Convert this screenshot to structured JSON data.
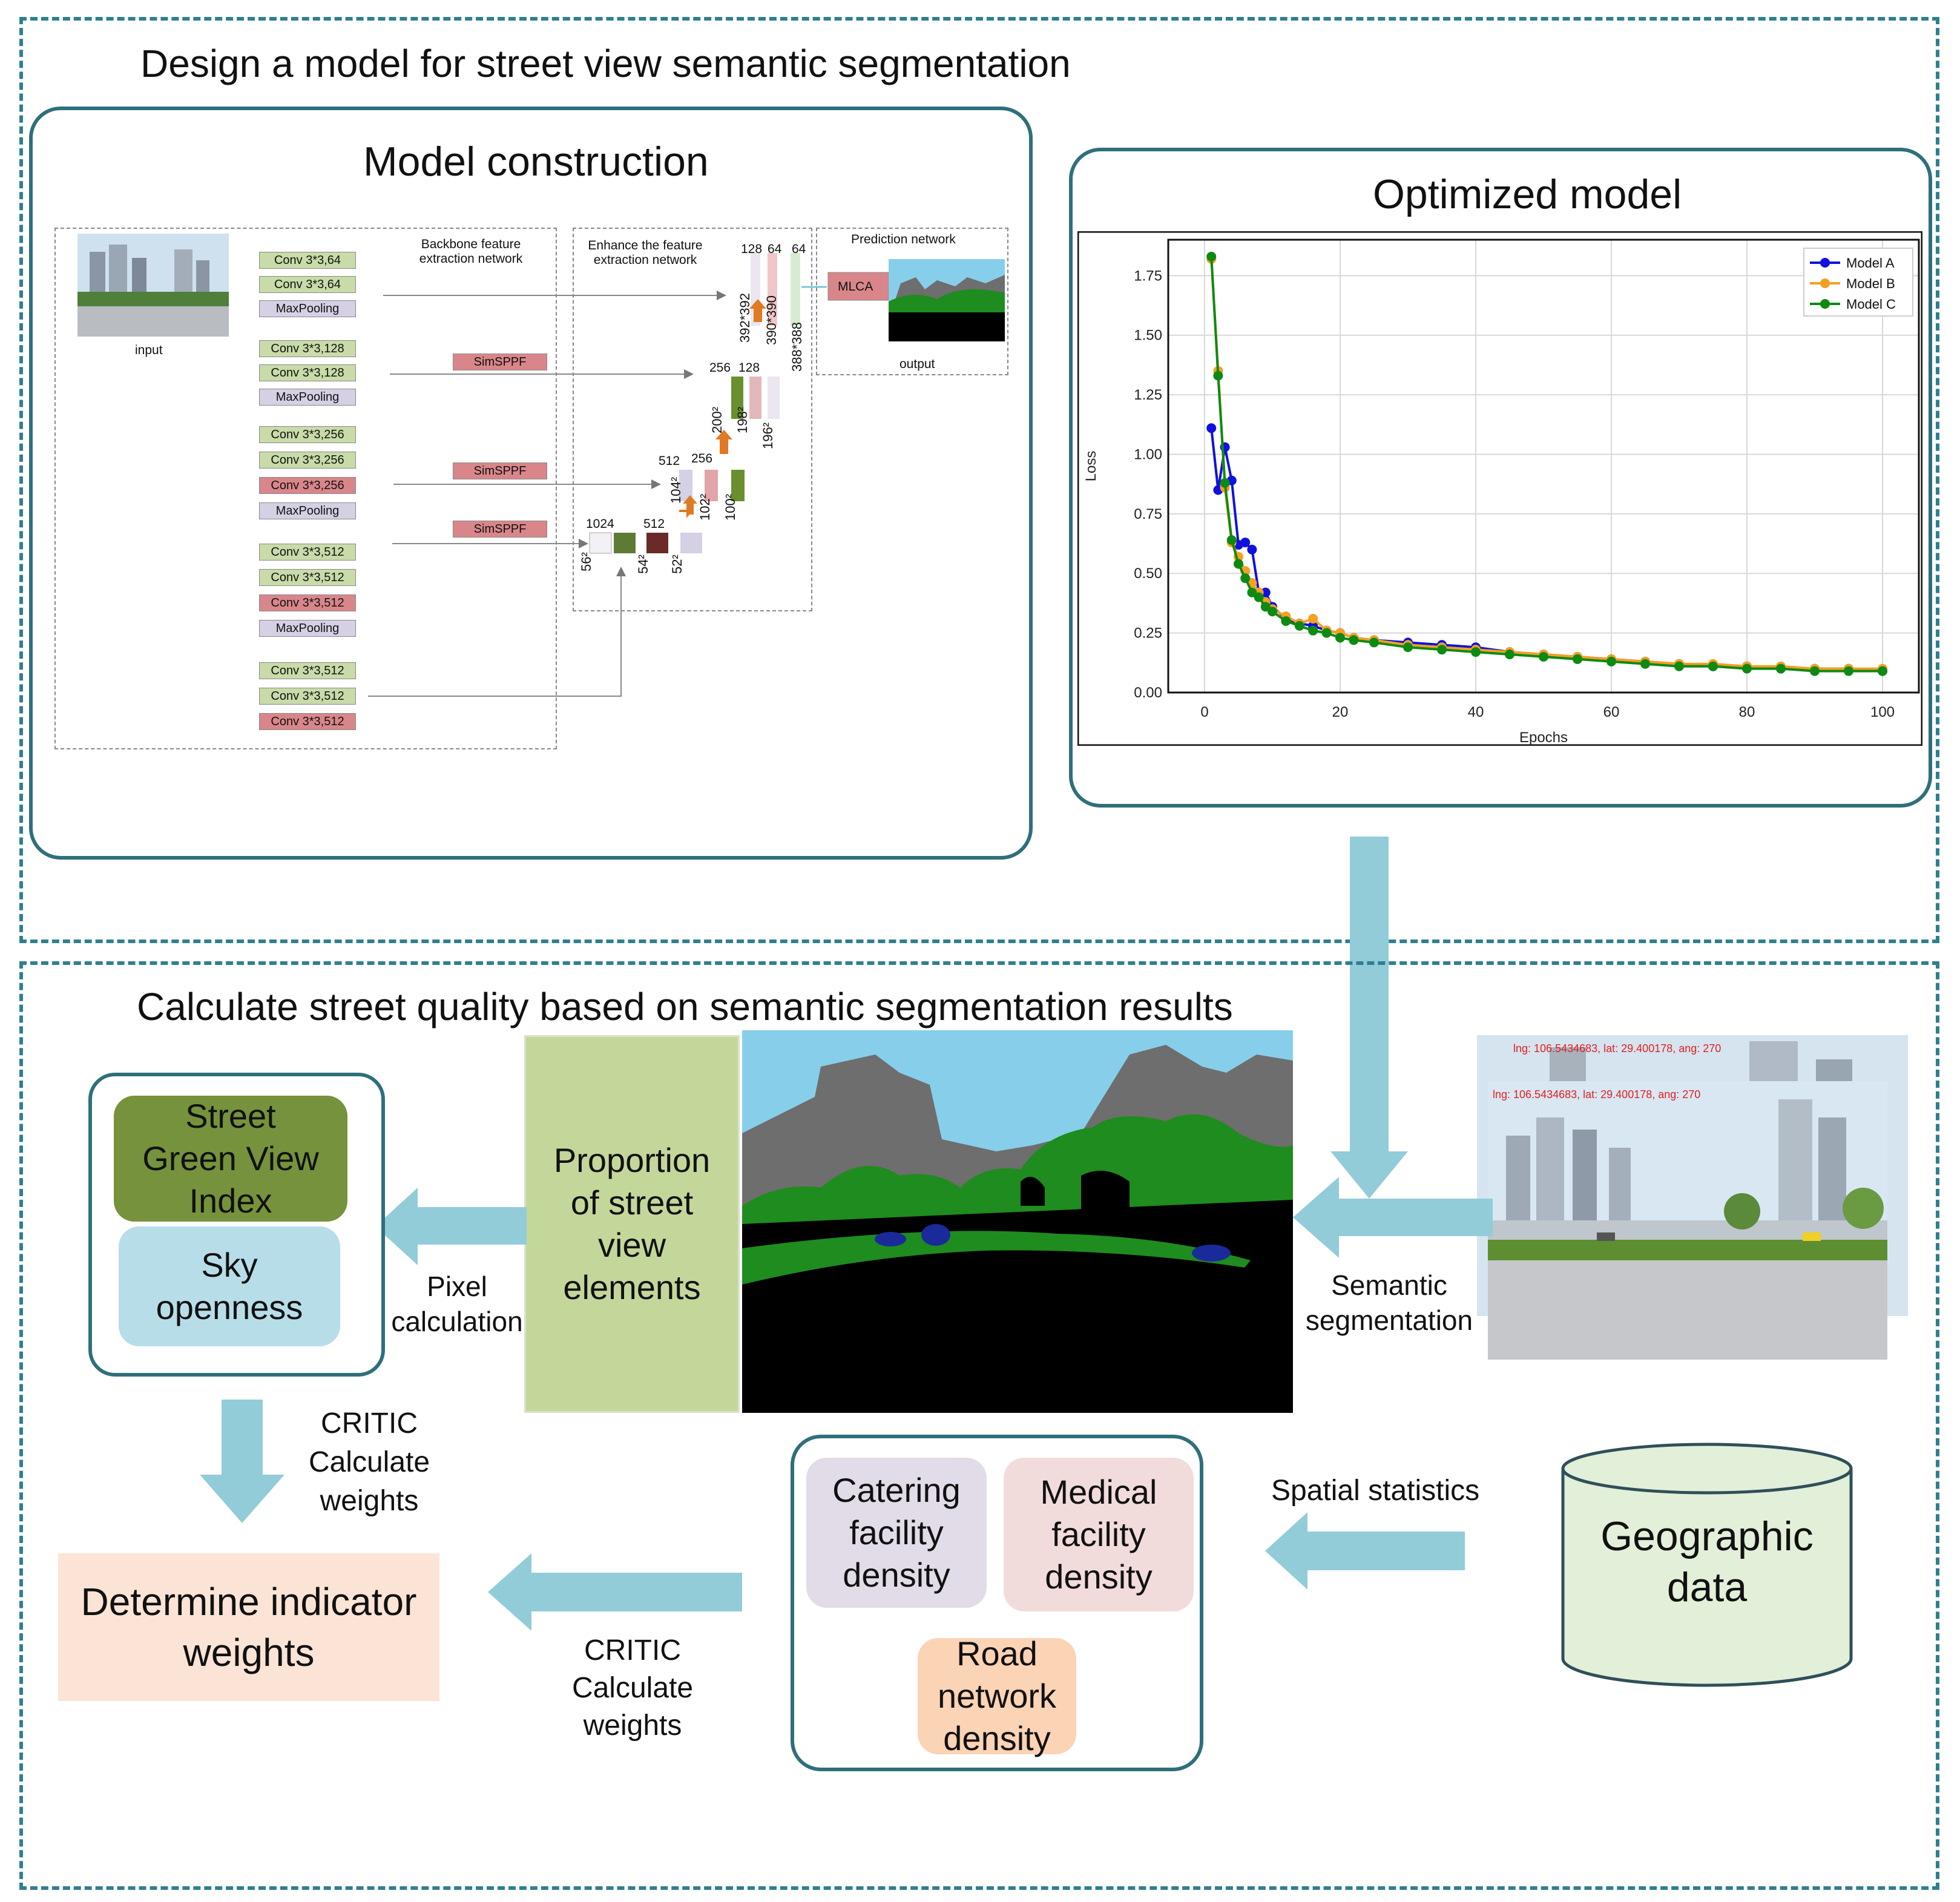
{
  "top_section": {
    "title": "Design a model for street view semantic segmentation",
    "model_construction": {
      "title": "Model construction",
      "input_label": "input",
      "output_label": "output",
      "backbone_label": "Backbone feature extraction network",
      "enhance_label": "Enhance the feature extraction network",
      "prediction_label": "Prediction network",
      "mlca_label": "MLCA",
      "simsppf_label": "SimSPPF",
      "stage1": [
        "Conv 3*3,64",
        "Conv 3*3,64",
        "MaxPooling"
      ],
      "stage2": [
        "Conv 3*3,128",
        "Conv 3*3,128",
        "MaxPooling"
      ],
      "stage3": [
        "Conv 3*3,256",
        "Conv 3*3,256",
        "Conv 3*3,256",
        "MaxPooling"
      ],
      "stage4": [
        "Conv 3*3,512",
        "Conv 3*3,512",
        "Conv 3*3,512",
        "MaxPooling"
      ],
      "stage5": [
        "Conv 3*3,512",
        "Conv 3*3,512",
        "Conv 3*3,512"
      ],
      "channels": {
        "c1024": "1024",
        "c512a": "512",
        "c512b": "512",
        "c256a": "256",
        "c256b": "256",
        "c128a": "128",
        "c128b": "128",
        "c64a": "64",
        "c64b": "64"
      },
      "dims": {
        "d56": "56²",
        "d54": "54²",
        "d52": "52²",
        "d104": "104²",
        "d102": "102²",
        "d100": "100²",
        "d200": "200²",
        "d198": "198²",
        "d196": "196²",
        "d392": "392*392",
        "d390": "390*390",
        "d388": "388*388"
      }
    },
    "optimized_model": {
      "title": "Optimized model"
    }
  },
  "chart_data": {
    "type": "line",
    "xlabel": "Epochs",
    "ylabel": "Loss",
    "xlim": [
      0,
      100
    ],
    "ylim": [
      0,
      1.85
    ],
    "xticks": [
      "0",
      "20",
      "40",
      "60",
      "80",
      "100"
    ],
    "yticks": [
      "0.00",
      "0.25",
      "0.50",
      "0.75",
      "1.00",
      "1.25",
      "1.50",
      "1.75"
    ],
    "grid": true,
    "legend_position": "top-right",
    "series": [
      {
        "name": "Model A",
        "color": "#1010e0",
        "x": [
          1,
          2,
          3,
          4,
          5,
          6,
          7,
          8,
          9,
          10,
          12,
          14,
          16,
          18,
          20,
          22,
          25,
          30,
          35,
          40,
          45,
          50,
          55,
          60,
          65,
          70,
          75,
          80,
          85,
          90,
          95,
          100
        ],
        "y": [
          1.11,
          0.85,
          1.03,
          0.89,
          0.62,
          0.63,
          0.6,
          0.42,
          0.42,
          0.36,
          0.31,
          0.29,
          0.28,
          0.26,
          0.25,
          0.23,
          0.22,
          0.21,
          0.2,
          0.19,
          0.17,
          0.16,
          0.15,
          0.14,
          0.13,
          0.12,
          0.11,
          0.11,
          0.1,
          0.1,
          0.1,
          0.09
        ]
      },
      {
        "name": "Model B",
        "color": "#f5a020",
        "x": [
          1,
          2,
          3,
          4,
          5,
          6,
          7,
          8,
          9,
          10,
          12,
          14,
          16,
          18,
          20,
          22,
          25,
          30,
          35,
          40,
          45,
          50,
          55,
          60,
          65,
          70,
          75,
          80,
          85,
          90,
          95,
          100
        ],
        "y": [
          1.82,
          1.35,
          0.86,
          0.63,
          0.57,
          0.51,
          0.46,
          0.42,
          0.38,
          0.35,
          0.32,
          0.29,
          0.31,
          0.26,
          0.25,
          0.23,
          0.22,
          0.2,
          0.19,
          0.18,
          0.17,
          0.16,
          0.15,
          0.14,
          0.13,
          0.12,
          0.12,
          0.11,
          0.11,
          0.1,
          0.1,
          0.1
        ]
      },
      {
        "name": "Model C",
        "color": "#0e8a12",
        "x": [
          1,
          2,
          3,
          4,
          5,
          6,
          7,
          8,
          9,
          10,
          12,
          14,
          16,
          18,
          20,
          22,
          25,
          30,
          35,
          40,
          45,
          50,
          55,
          60,
          65,
          70,
          75,
          80,
          85,
          90,
          95,
          100
        ],
        "y": [
          1.83,
          1.33,
          0.88,
          0.64,
          0.54,
          0.48,
          0.42,
          0.4,
          0.36,
          0.34,
          0.3,
          0.28,
          0.26,
          0.25,
          0.23,
          0.22,
          0.21,
          0.19,
          0.18,
          0.17,
          0.16,
          0.15,
          0.14,
          0.13,
          0.12,
          0.11,
          0.11,
          0.1,
          0.1,
          0.09,
          0.09,
          0.09
        ]
      }
    ]
  },
  "bottom_section": {
    "title": "Calculate street quality based on semantic segmentation results",
    "green_index": "Street Green View Index",
    "sky_openness": "Sky openness",
    "proportion": "Proportion of street view elements",
    "pixel_calc": "Pixel calculation",
    "semantic_seg": "Semantic segmentation",
    "critic_left": "CRITIC Calculate weights",
    "critic_bottom": "CRITIC Calculate weights",
    "determine": "Determine indicator weights",
    "catering": "Catering facility density",
    "medical": "Medical facility density",
    "road": "Road network density",
    "spatial": "Spatial statistics",
    "geographic": "Geographic data",
    "photo_caption_back": "lng: 106.5434683, lat: 29.400178, ang: 270",
    "photo_caption_front": "lng: 106.5434683, lat: 29.400178, ang: 270",
    "colors": {
      "arrow": "#92ccd8",
      "frame": "#2f7f8f",
      "green_index_bg": "#76923c",
      "sky_bg": "#b7dde8",
      "proportion_bg": "#c4d79b",
      "determine_bg": "#fbe4d5",
      "catering_bg": "#e1dce8",
      "medical_bg": "#f2dcdb",
      "road_bg": "#fbd3b5",
      "geo_bg": "#e2efd9"
    }
  }
}
